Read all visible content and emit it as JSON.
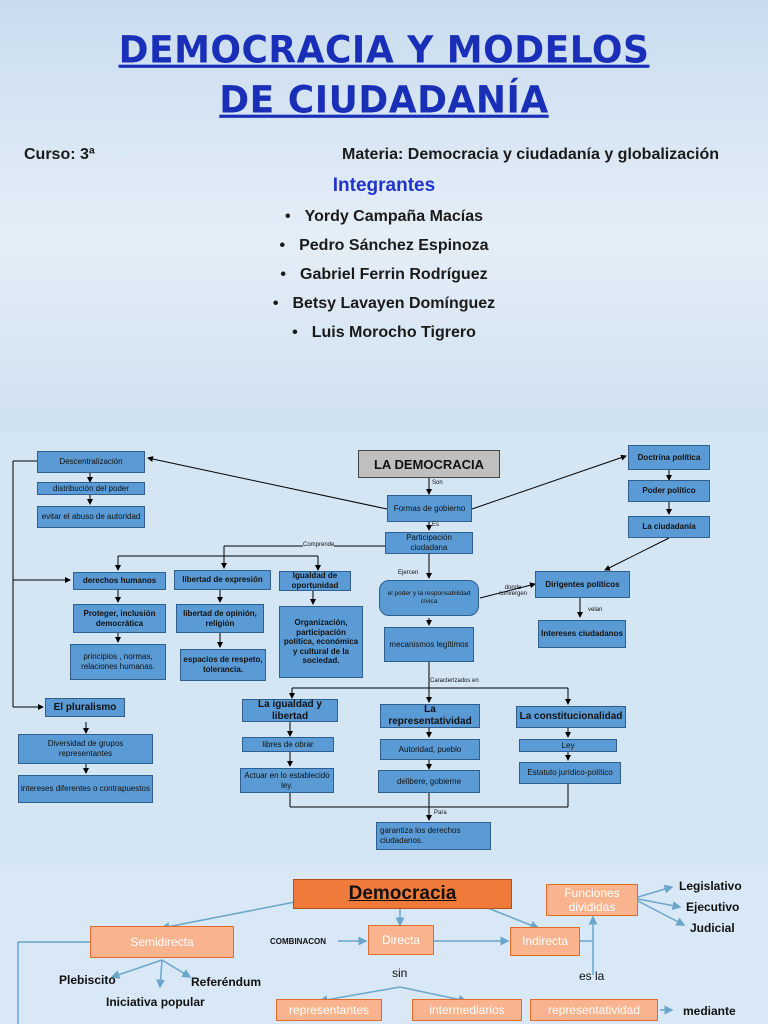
{
  "slide1": {
    "title_line1": "DEMOCRACIA Y MODELOS",
    "title_line2": "DE CIUDADANÍA",
    "curso": "Curso: 3ª",
    "materia": "Materia: Democracia y ciudadanía y globalización",
    "integrantes_heading": "Integrantes",
    "bullet": "•",
    "members": [
      "Yordy Campaña Macías",
      "Pedro Sánchez Espinoza",
      "Gabriel Ferrin Rodríguez",
      "Betsy Lavayen Domínguez",
      "Luis Morocho Tigrero"
    ]
  },
  "slide2": {
    "la_democracia": "LA DEMOCRACIA",
    "son": "Son",
    "formas": "Formas de gobierno",
    "es": "Es",
    "participacion": "Participación ciudadana",
    "comprende": "Comprende",
    "ejercen": "Ejercen",
    "poder": "el poder y la responsabilidad cívica",
    "donde": "donde convergen",
    "mecanismos": "mecanismos legítimos",
    "caracterizados": "Caracterizados en",
    "descentralizacion": "Descentralización",
    "distribucion": "distribución del poder",
    "evitar": "evitar el abuso de autoridad",
    "derechos": "derechos humanos",
    "proteger": "Proteger, inclusión democrática",
    "principios": "principios , normas, relaciones humanas.",
    "libertad_exp": "libertad de expresión",
    "libertad_op": "libertad de opinión, religión",
    "espacios": "espacios de respeto, tolerancia.",
    "igualdad_op": "Igualdad de oportunidad",
    "organizacion": "Organización, participación política, económica y cultural de la sociedad.",
    "pluralismo": "El pluralismo",
    "diversidad": "Diversidad de grupos representantes",
    "intereses_dif": "intereses diferentes o contrapuestos",
    "igualdad_lib": "La igualdad y libertad",
    "libres": "libres de obrar",
    "actuar": "Actuar en lo establecido ley.",
    "representatividad": "La representatividad",
    "autoridad": "Autoridad, pueblo",
    "delibere": "delibere, gobierne",
    "constitucionalidad": "La constitucionalidad",
    "ley": "Ley",
    "estatuto": "Estatuto jurídico-político",
    "para": "Para",
    "garantiza": "garantiza los derechos ciudadanos.",
    "doctrina": "Doctrina política",
    "poder_politico": "Poder político",
    "ciudadania": "La ciudadanía",
    "dirigentes": "Dirigentes políticos",
    "velan": "velan",
    "intereses_ciud": "Intereses ciudadanos"
  },
  "slide3": {
    "democracia": "Democracia",
    "semidirecta": "Semidirecta",
    "combinacion": "COMBINACON",
    "directa": "Directa",
    "indirecta": "Indirecta",
    "funciones": "Funciones divididas",
    "legislativo": "Legislativo",
    "ejecutivo": "Ejecutivo",
    "judicial": "Judicial",
    "plebiscito": "Plebiscito",
    "referendum": "Referéndum",
    "iniciativa": "Iniciativa popular",
    "sin": "sin",
    "es_la": "es la",
    "representantes": "representantes",
    "intermediarios": "intermediarios",
    "representatividad": "representatividad",
    "mediante": "mediante"
  }
}
